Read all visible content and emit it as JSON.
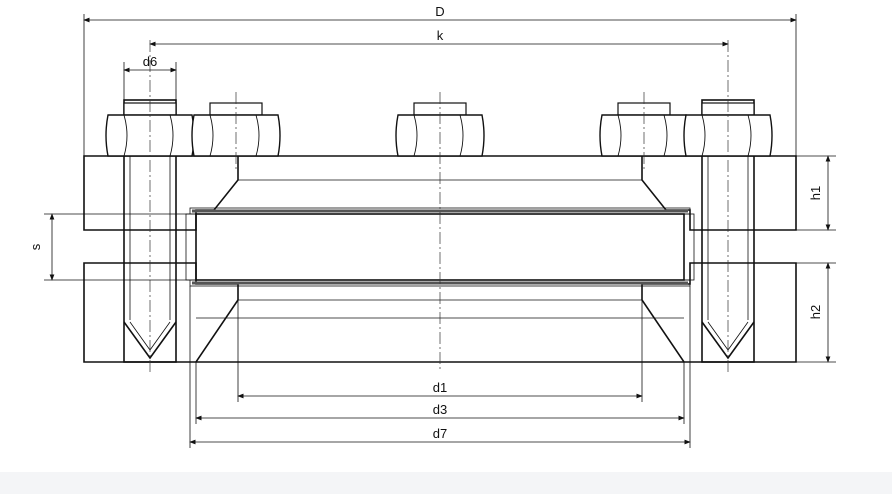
{
  "labels": {
    "D": "D",
    "k": "k",
    "d6": "d6",
    "s": "s",
    "h1": "h1",
    "h2": "h2",
    "d1": "d1",
    "d3": "d3",
    "d7": "d7"
  },
  "colors": {
    "line": "#111111",
    "background": "#ffffff",
    "footer": "#f4f5f7"
  }
}
